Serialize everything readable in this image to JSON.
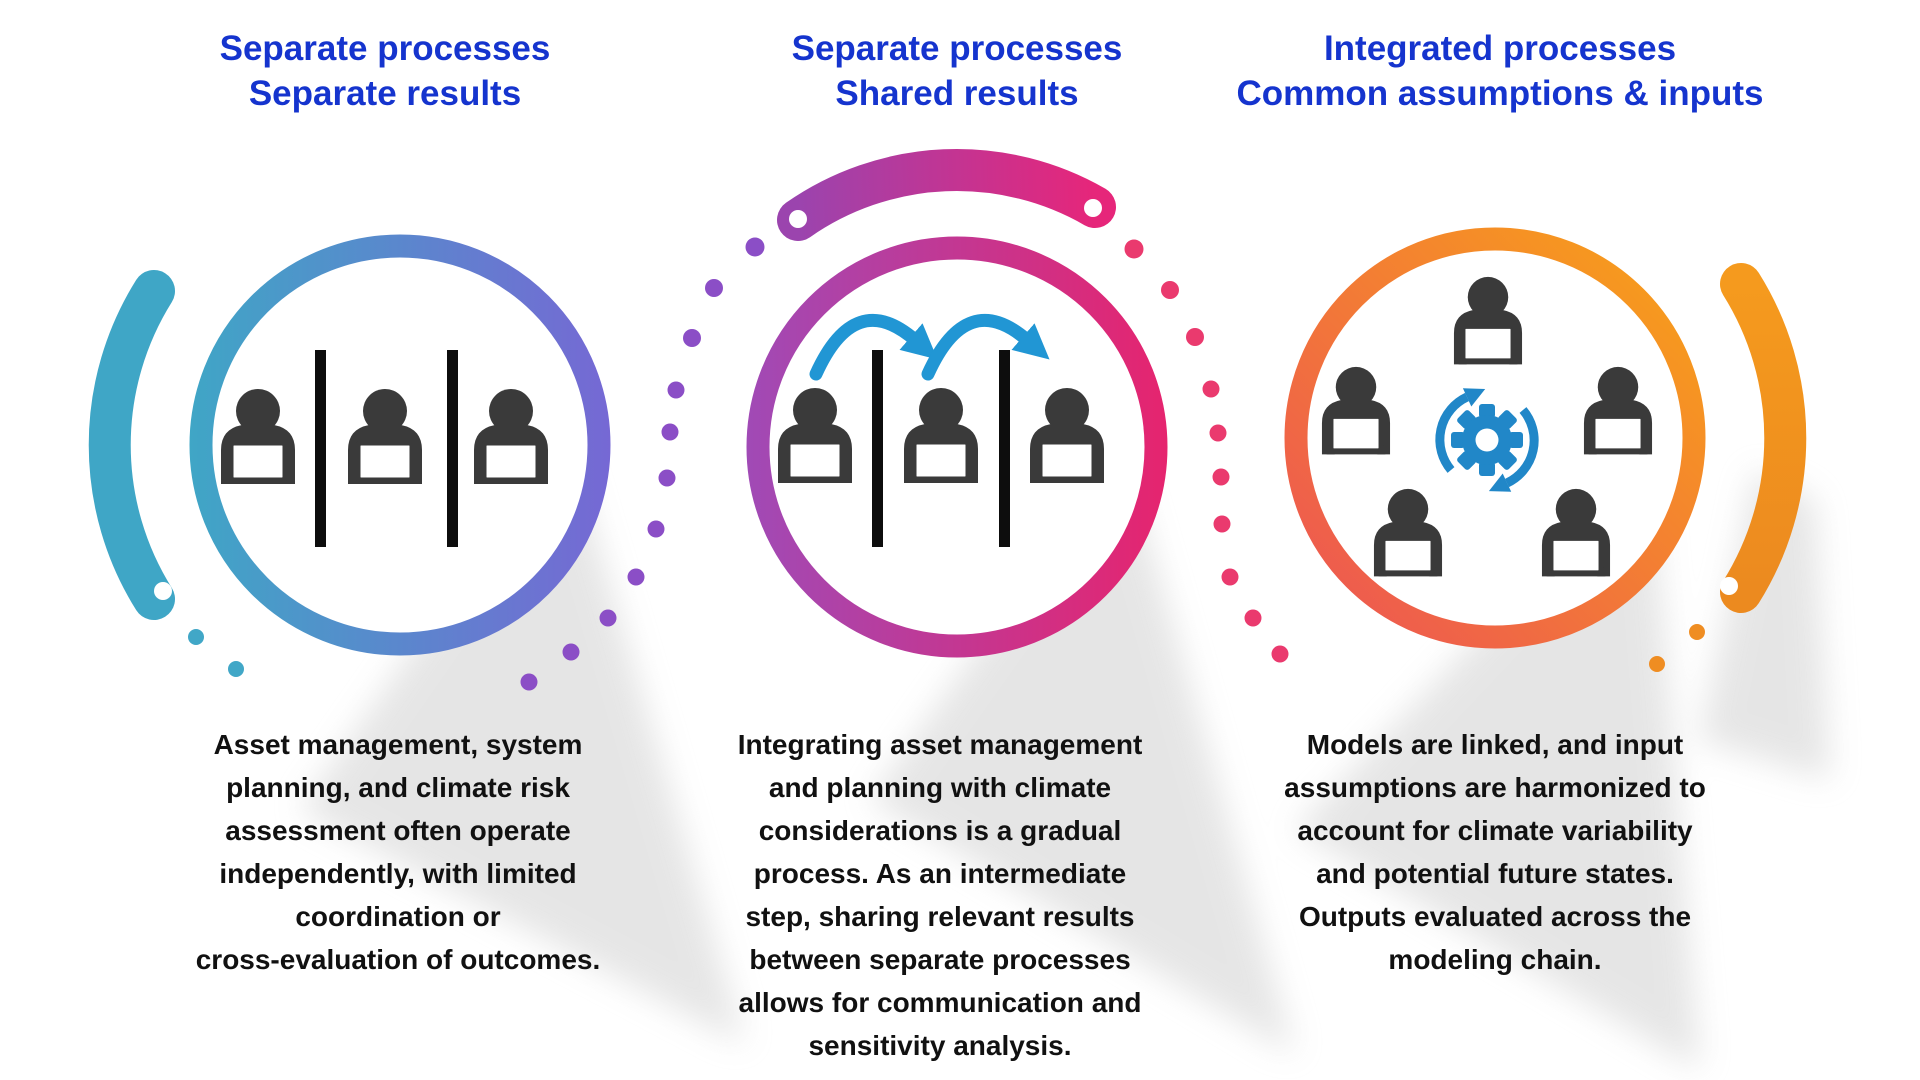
{
  "page": {
    "background": "#FFFFFF"
  },
  "stages": [
    {
      "title_lines": [
        "Separate processes",
        "Separate results"
      ],
      "body_lines": [
        "Asset management, system",
        "planning, and climate risk",
        "assessment often operate",
        "independently, with limited",
        "coordination or",
        "cross-evaluation of outcomes."
      ],
      "circle_icon": "three-people-at-laptops-separated-by-walls",
      "ring_colors": [
        "#3FA6C6",
        "#7668D4"
      ]
    },
    {
      "title_lines": [
        "Separate processes",
        "Shared results"
      ],
      "body_lines": [
        "Integrating asset management",
        "and planning with climate",
        "considerations is a gradual",
        "process. As an intermediate",
        "step, sharing relevant results",
        "between separate processes",
        "allows for communication and",
        "sensitivity analysis."
      ],
      "circle_icon": "three-people-sharing-results-over-walls",
      "ring_colors": [
        "#A04AB6",
        "#E6246E"
      ]
    },
    {
      "title_lines": [
        "Integrated processes",
        "Common assumptions & inputs"
      ],
      "body_lines": [
        "Models are linked, and input",
        "assumptions are harmonized to",
        "account for climate variability",
        "and potential future states.",
        "Outputs evaluated across the",
        "modeling chain."
      ],
      "circle_icon": "five-people-around-sync-gear",
      "ring_colors": [
        "#EE5A4F",
        "#F79B1D"
      ]
    }
  ],
  "colors": {
    "title_text": "#1534CE",
    "body_text": "#111111",
    "person_icon": "#3A3A3A",
    "divider_bar": "#0D0D0D",
    "share_arrow_blue": "#2196D4",
    "gear_sync_blue": "#2187C8",
    "arc_left_teal": "#3FA6C6",
    "arc_right_orange": "#F0901F",
    "top_arc_purple": "#9B44AE",
    "top_arc_pink": "#E6267A",
    "dot_purple": "#8B4EC6",
    "dot_pink": "#EA3A6E",
    "dot_teal": "#41A7C7",
    "dot_orange": "#EF8D22",
    "shadow_gray": "#BDBDBD"
  }
}
